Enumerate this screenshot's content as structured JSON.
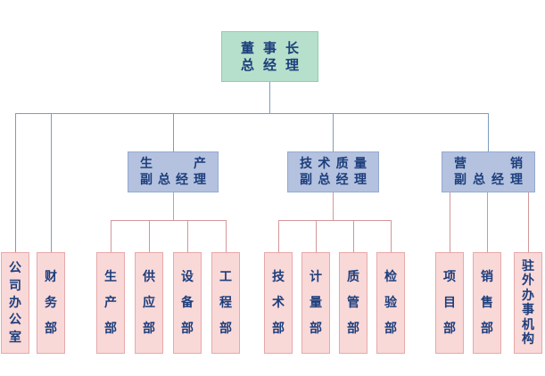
{
  "colors": {
    "root_fill": "#b6e0cb",
    "root_border": "#8ccfae",
    "vp_fill": "#b4c2df",
    "vp_border": "#94a9d2",
    "dept_fill": "#f9d8d8",
    "dept_border": "#e7a9aa",
    "connector_blue": "#7d9cbd",
    "connector_pink": "#d49698",
    "text": "#1c3e7c"
  },
  "org": {
    "root": {
      "title_line1": "董事长",
      "title_line2": "总经理"
    },
    "left_departments": [
      "公司办公室",
      "财务部"
    ],
    "branches": [
      {
        "manager_line1": "生产",
        "manager_line2": "副总经理",
        "departments": [
          "生产部",
          "供应部",
          "设备部",
          "工程部"
        ]
      },
      {
        "manager_line1": "技术质量",
        "manager_line2": "副总经理",
        "departments": [
          "技术部",
          "计量部",
          "质管部",
          "检验部"
        ]
      },
      {
        "manager_line1": "营销",
        "manager_line2": "副总经理",
        "departments": [
          "项目部",
          "销售部",
          "驻外办事机构"
        ]
      }
    ]
  }
}
